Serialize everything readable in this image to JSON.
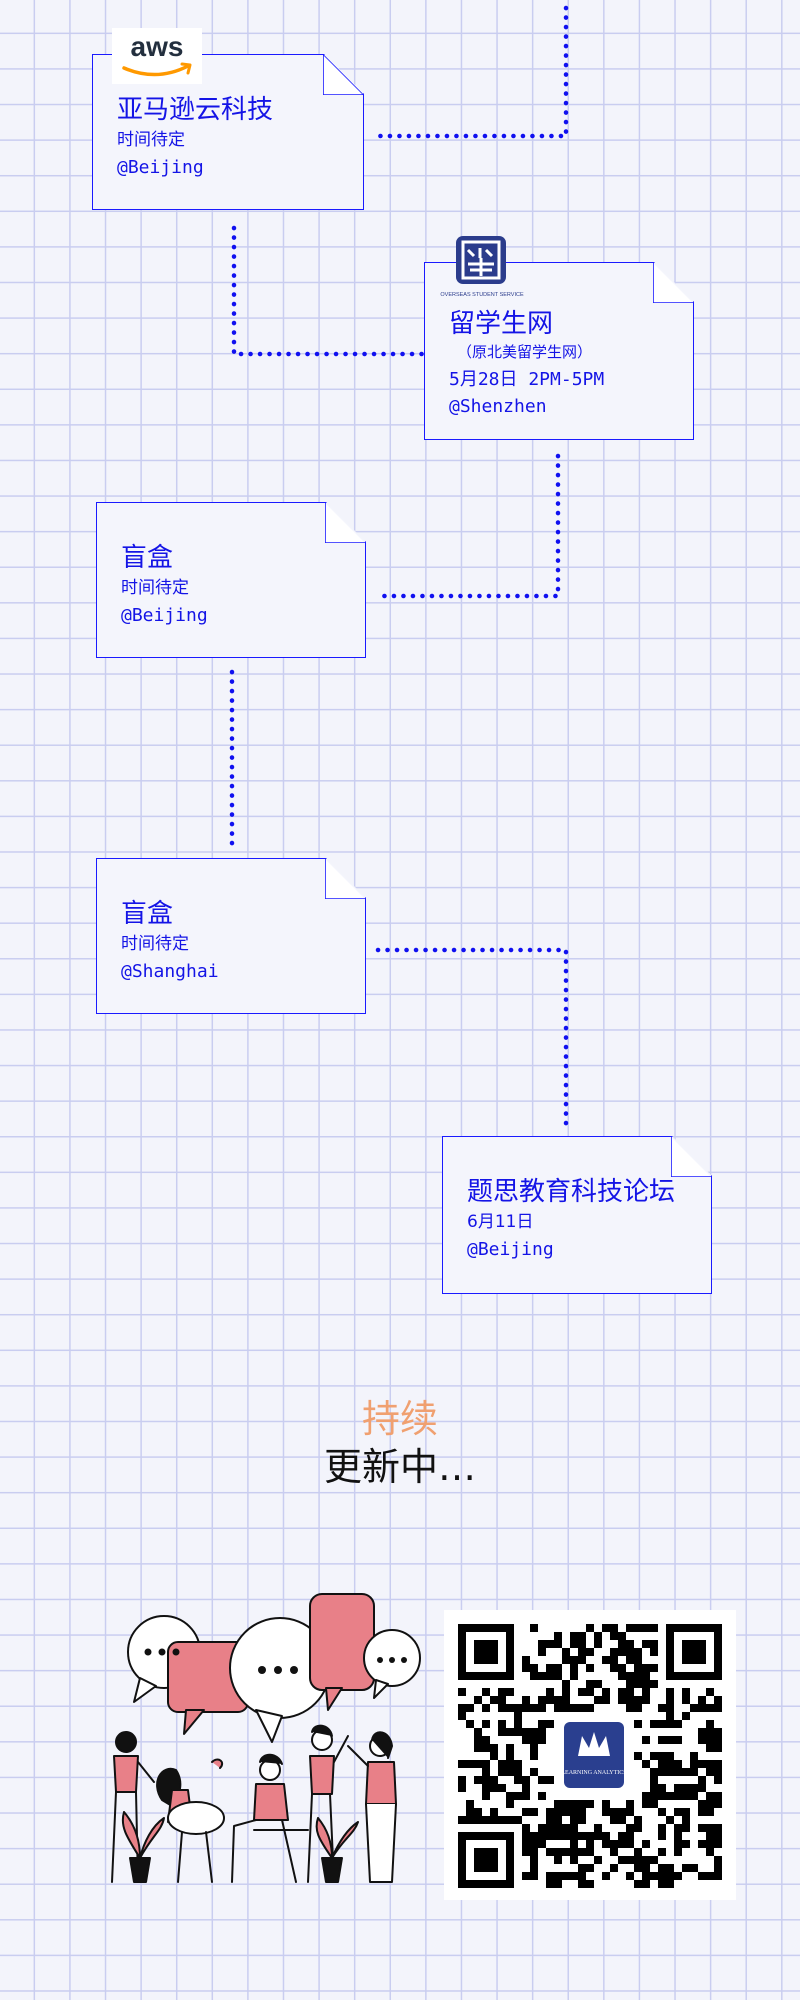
{
  "cards": [
    {
      "title": "亚马逊云科技",
      "date": "时间待定",
      "location": "@Beijing",
      "logo": "aws-logo"
    },
    {
      "title": "留学生网",
      "note": "（原北美留学生网）",
      "date": "5月28日 2PM-5PM",
      "location": "@Shenzhen",
      "logo": "liuxue-logo",
      "logo_caption": "OVERSEAS STUDENT SERVICE"
    },
    {
      "title": "盲盒",
      "date": "时间待定",
      "location": "@Beijing"
    },
    {
      "title": "盲盒",
      "date": "时间待定",
      "location": "@Shanghai"
    },
    {
      "title": "题思教育科技论坛",
      "date": "6月11日",
      "location": "@Beijing"
    }
  ],
  "footer": {
    "line1": "持续",
    "line2": "更新中…"
  },
  "qr": {
    "badge_text": "LEARNING ANALYTICS"
  },
  "logos": {
    "aws": "aws",
    "liuxue_caption": "OVERSEAS STUDENT SERVICE"
  },
  "colors": {
    "accent": "#1414e6",
    "shadow": "#0a0af0",
    "footer_accent": "#f0a070",
    "illustration_pink": "#e88088"
  }
}
